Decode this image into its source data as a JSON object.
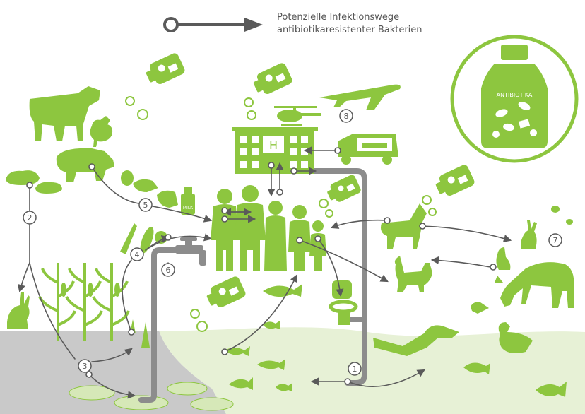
{
  "legend": {
    "line1": "Potenzielle Infektionswege",
    "line2": "antibiotikaresistenter Bakterien",
    "icon": "arrow-path-icon"
  },
  "labels": {
    "antibiotics": "ANTIBIOTIKA",
    "hospital": "H",
    "milk": "MILK"
  },
  "routes": [
    {
      "id": "1",
      "label": "1"
    },
    {
      "id": "2",
      "label": "2"
    },
    {
      "id": "3",
      "label": "3"
    },
    {
      "id": "4",
      "label": "4"
    },
    {
      "id": "5",
      "label": "5"
    },
    {
      "id": "6",
      "label": "6"
    },
    {
      "id": "7",
      "label": "7"
    },
    {
      "id": "8",
      "label": "8"
    }
  ],
  "colors": {
    "green": "#8dc63f",
    "arrow": "#5a5a5a",
    "pipe": "#8c8c8c",
    "soil": "#c9c9c9",
    "water": "#e7f1d6"
  }
}
